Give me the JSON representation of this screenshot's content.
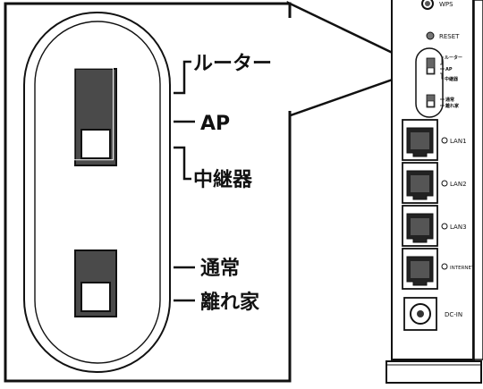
{
  "callout": {
    "labels": {
      "router": "ルーター",
      "ap": "AP",
      "repeater": "中継器",
      "normal": "通常",
      "separate": "離れ家"
    }
  },
  "device": {
    "wps_label": "WPS",
    "reset_label": "RESET",
    "mini_labels": {
      "router": "ルーター",
      "ap": "AP",
      "repeater": "中継器",
      "normal": "通常",
      "separate": "離れ家"
    },
    "ports": [
      {
        "label": "LAN1"
      },
      {
        "label": "LAN2"
      },
      {
        "label": "LAN3"
      },
      {
        "label": "INTERNET"
      }
    ],
    "power_label": "DC-IN"
  }
}
